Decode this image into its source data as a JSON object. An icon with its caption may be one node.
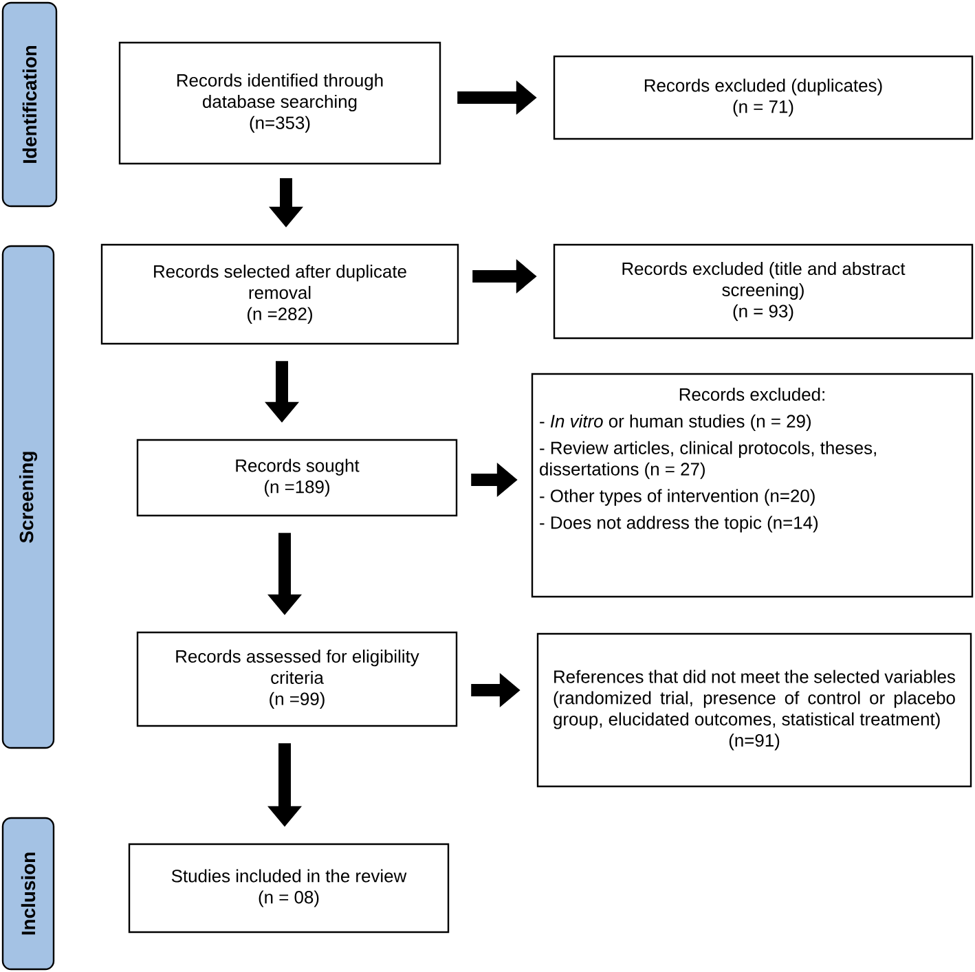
{
  "diagram": {
    "nodes": [
      {
        "text": [
          "Identification"
        ]
      },
      {
        "text": [
          "Records identified through database searching",
          "(n=353)"
        ]
      },
      {
        "text": [
          "Records excluded (duplicates)",
          "(n = 71)"
        ]
      },
      {
        "text": [
          "Screening"
        ]
      },
      {
        "text": [
          "Records selected after duplicate removal",
          "(n =282)"
        ]
      },
      {
        "text": [
          "Records excluded (title and abstract screening)",
          "(n = 93)"
        ]
      },
      {
        "text": [
          "Records sought",
          "(n =189)"
        ]
      },
      {
        "text": [
          "Records excluded:",
          "- *In vitro* or human studies (n = 29)",
          "- Review articles, clinical protocols, theses, dissertations (n = 27)",
          "- Other types of intervention (n=20)",
          "- Does not address the topic (n=14)"
        ]
      },
      {
        "text": [
          "Records assessed for eligibility criteria",
          "(n =99)"
        ]
      },
      {
        "text": [
          "References that did not meet the selected variables (randomized trial, presence of control or placebo group, elucidated outcomes, statistical treatment)",
          "(n=91)"
        ]
      },
      {
        "text": [
          "Inclusion"
        ]
      },
      {
        "text": [
          "Studies included in the review",
          "(n = 08)"
        ]
      }
    ],
    "edges": [
      {
        "from": 1,
        "to": 2,
        "arrow": "to"
      },
      {
        "from": 1,
        "to": 4,
        "arrow": "to"
      },
      {
        "from": 4,
        "to": 5,
        "arrow": "to"
      },
      {
        "from": 4,
        "to": 6,
        "arrow": "to"
      },
      {
        "from": 6,
        "to": 7,
        "arrow": "to"
      },
      {
        "from": 6,
        "to": 8,
        "arrow": "to"
      },
      {
        "from": 8,
        "to": 9,
        "arrow": "to"
      },
      {
        "from": 8,
        "to": 11,
        "arrow": "to"
      }
    ]
  }
}
